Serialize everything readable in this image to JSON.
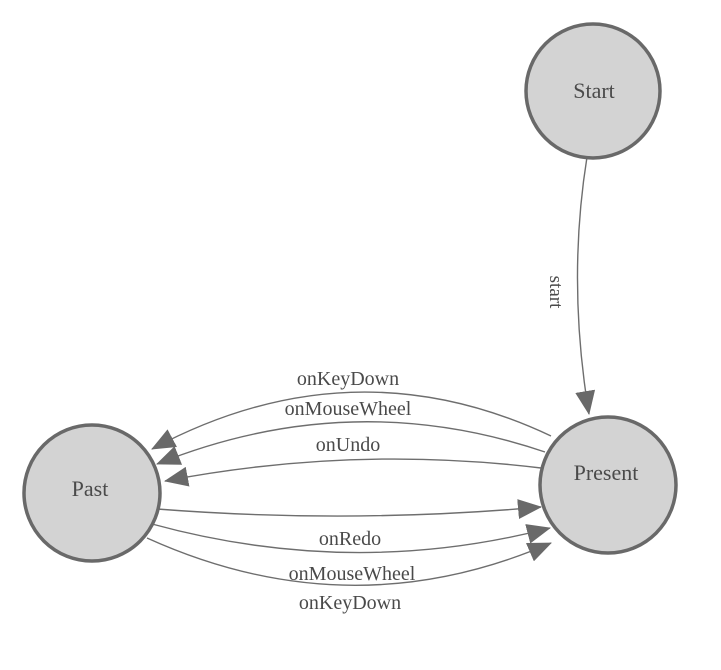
{
  "diagram": {
    "type": "finite-state-machine",
    "nodes": [
      {
        "id": "start",
        "label": "Start"
      },
      {
        "id": "present",
        "label": "Present"
      },
      {
        "id": "past",
        "label": "Past"
      }
    ],
    "edges": [
      {
        "from": "start",
        "to": "present",
        "label": "start"
      },
      {
        "from": "present",
        "to": "past",
        "label": "onKeyDown"
      },
      {
        "from": "present",
        "to": "past",
        "label": "onMouseWheel"
      },
      {
        "from": "present",
        "to": "past",
        "label": "onUndo"
      },
      {
        "from": "past",
        "to": "present",
        "label": "onRedo"
      },
      {
        "from": "past",
        "to": "present",
        "label": "onMouseWheel"
      },
      {
        "from": "past",
        "to": "present",
        "label": "onKeyDown"
      }
    ],
    "colors": {
      "node_fill": "#d3d3d3",
      "node_stroke": "#696969",
      "edge_stroke": "#6e6e6e",
      "arrow_fill": "#696969",
      "label_text": "#4a4a4a",
      "background": "#ffffff"
    }
  }
}
